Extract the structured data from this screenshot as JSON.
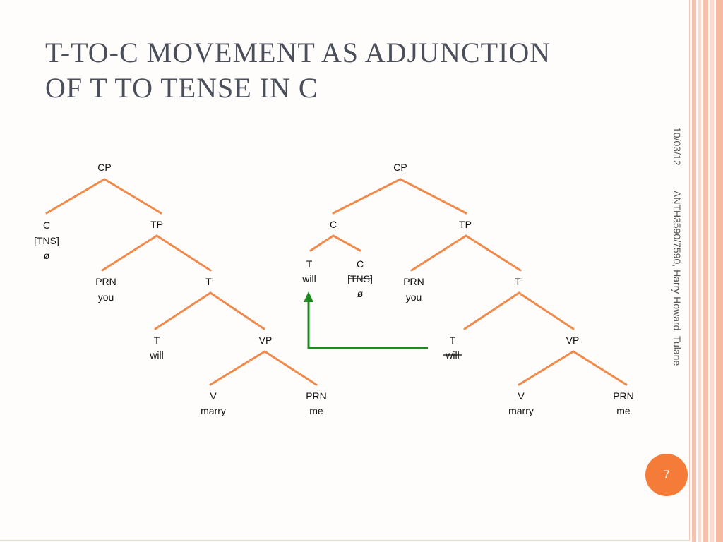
{
  "slide": {
    "title_lines": [
      "T-TO-C MOVEMENT AS ADJUNCTION",
      "OF T TO TENSE IN C"
    ],
    "date": "10/03/12",
    "footer": "ANTH3590/7590, Harry Howard, Tulane",
    "page_number": "7"
  },
  "colors": {
    "accent": "#f47c38",
    "branch": "#f08a4b",
    "arrow": "#1f8a1f",
    "title": "#4a4f5a"
  },
  "left_tree": {
    "cp": "CP",
    "c": "C",
    "c_feature": "[TNS]",
    "c_null": "ø",
    "tp": "TP",
    "prn_subject": "PRN",
    "subject": "you",
    "t_bar": "T’",
    "t": "T",
    "t_word": "will",
    "vp": "VP",
    "v": "V",
    "verb": "marry",
    "prn_object": "PRN",
    "object": "me"
  },
  "right_tree": {
    "cp": "CP",
    "c": "C",
    "moved_t": "T",
    "moved_t_word": "will",
    "c_inner": "C",
    "c_feature": "[TNS]",
    "c_null": "ø",
    "tp": "TP",
    "prn_subject": "PRN",
    "subject": "you",
    "t_bar": "T’",
    "t": "T",
    "t_word": "will",
    "vp": "VP",
    "v": "V",
    "verb": "marry",
    "prn_object": "PRN",
    "object": "me"
  }
}
